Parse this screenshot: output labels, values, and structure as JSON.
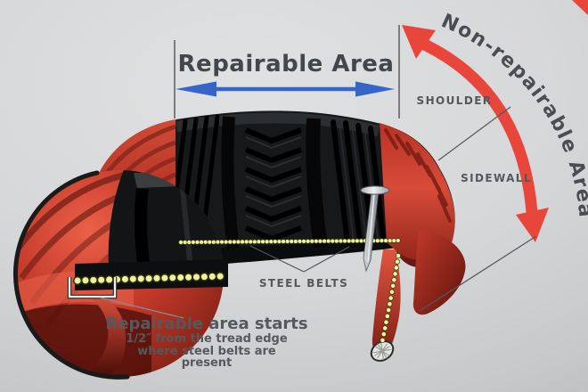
{
  "title_labels": {
    "repairable_area": "Repairable Area",
    "non_repairable_area": "Non-repairable Area"
  },
  "part_labels": {
    "shoulder": "SHOULDER",
    "sidewall": "SIDEWALL",
    "steel_belts": "STEEL BELTS"
  },
  "caption": {
    "title": "Repairable area starts",
    "line1": "1/2″ from the tread edge",
    "line2": "where steel belts are",
    "line3": "present"
  },
  "colors": {
    "repairable_arrow": "#3565c6",
    "non_repairable_arrow": "#e8463b",
    "heading_text": "#43464b",
    "label_text": "#54575b",
    "tire_red": "#c8392b",
    "steel_belt_dot": "#edf39a"
  },
  "icons": {
    "magnifier": "magnifier-circle-icon",
    "nail": "nail-icon",
    "repairable_arrow": "horizontal-double-arrow-icon",
    "non_repairable_arrow": "curved-double-arrow-icon",
    "steel_belts": "steel-belt-dots"
  }
}
